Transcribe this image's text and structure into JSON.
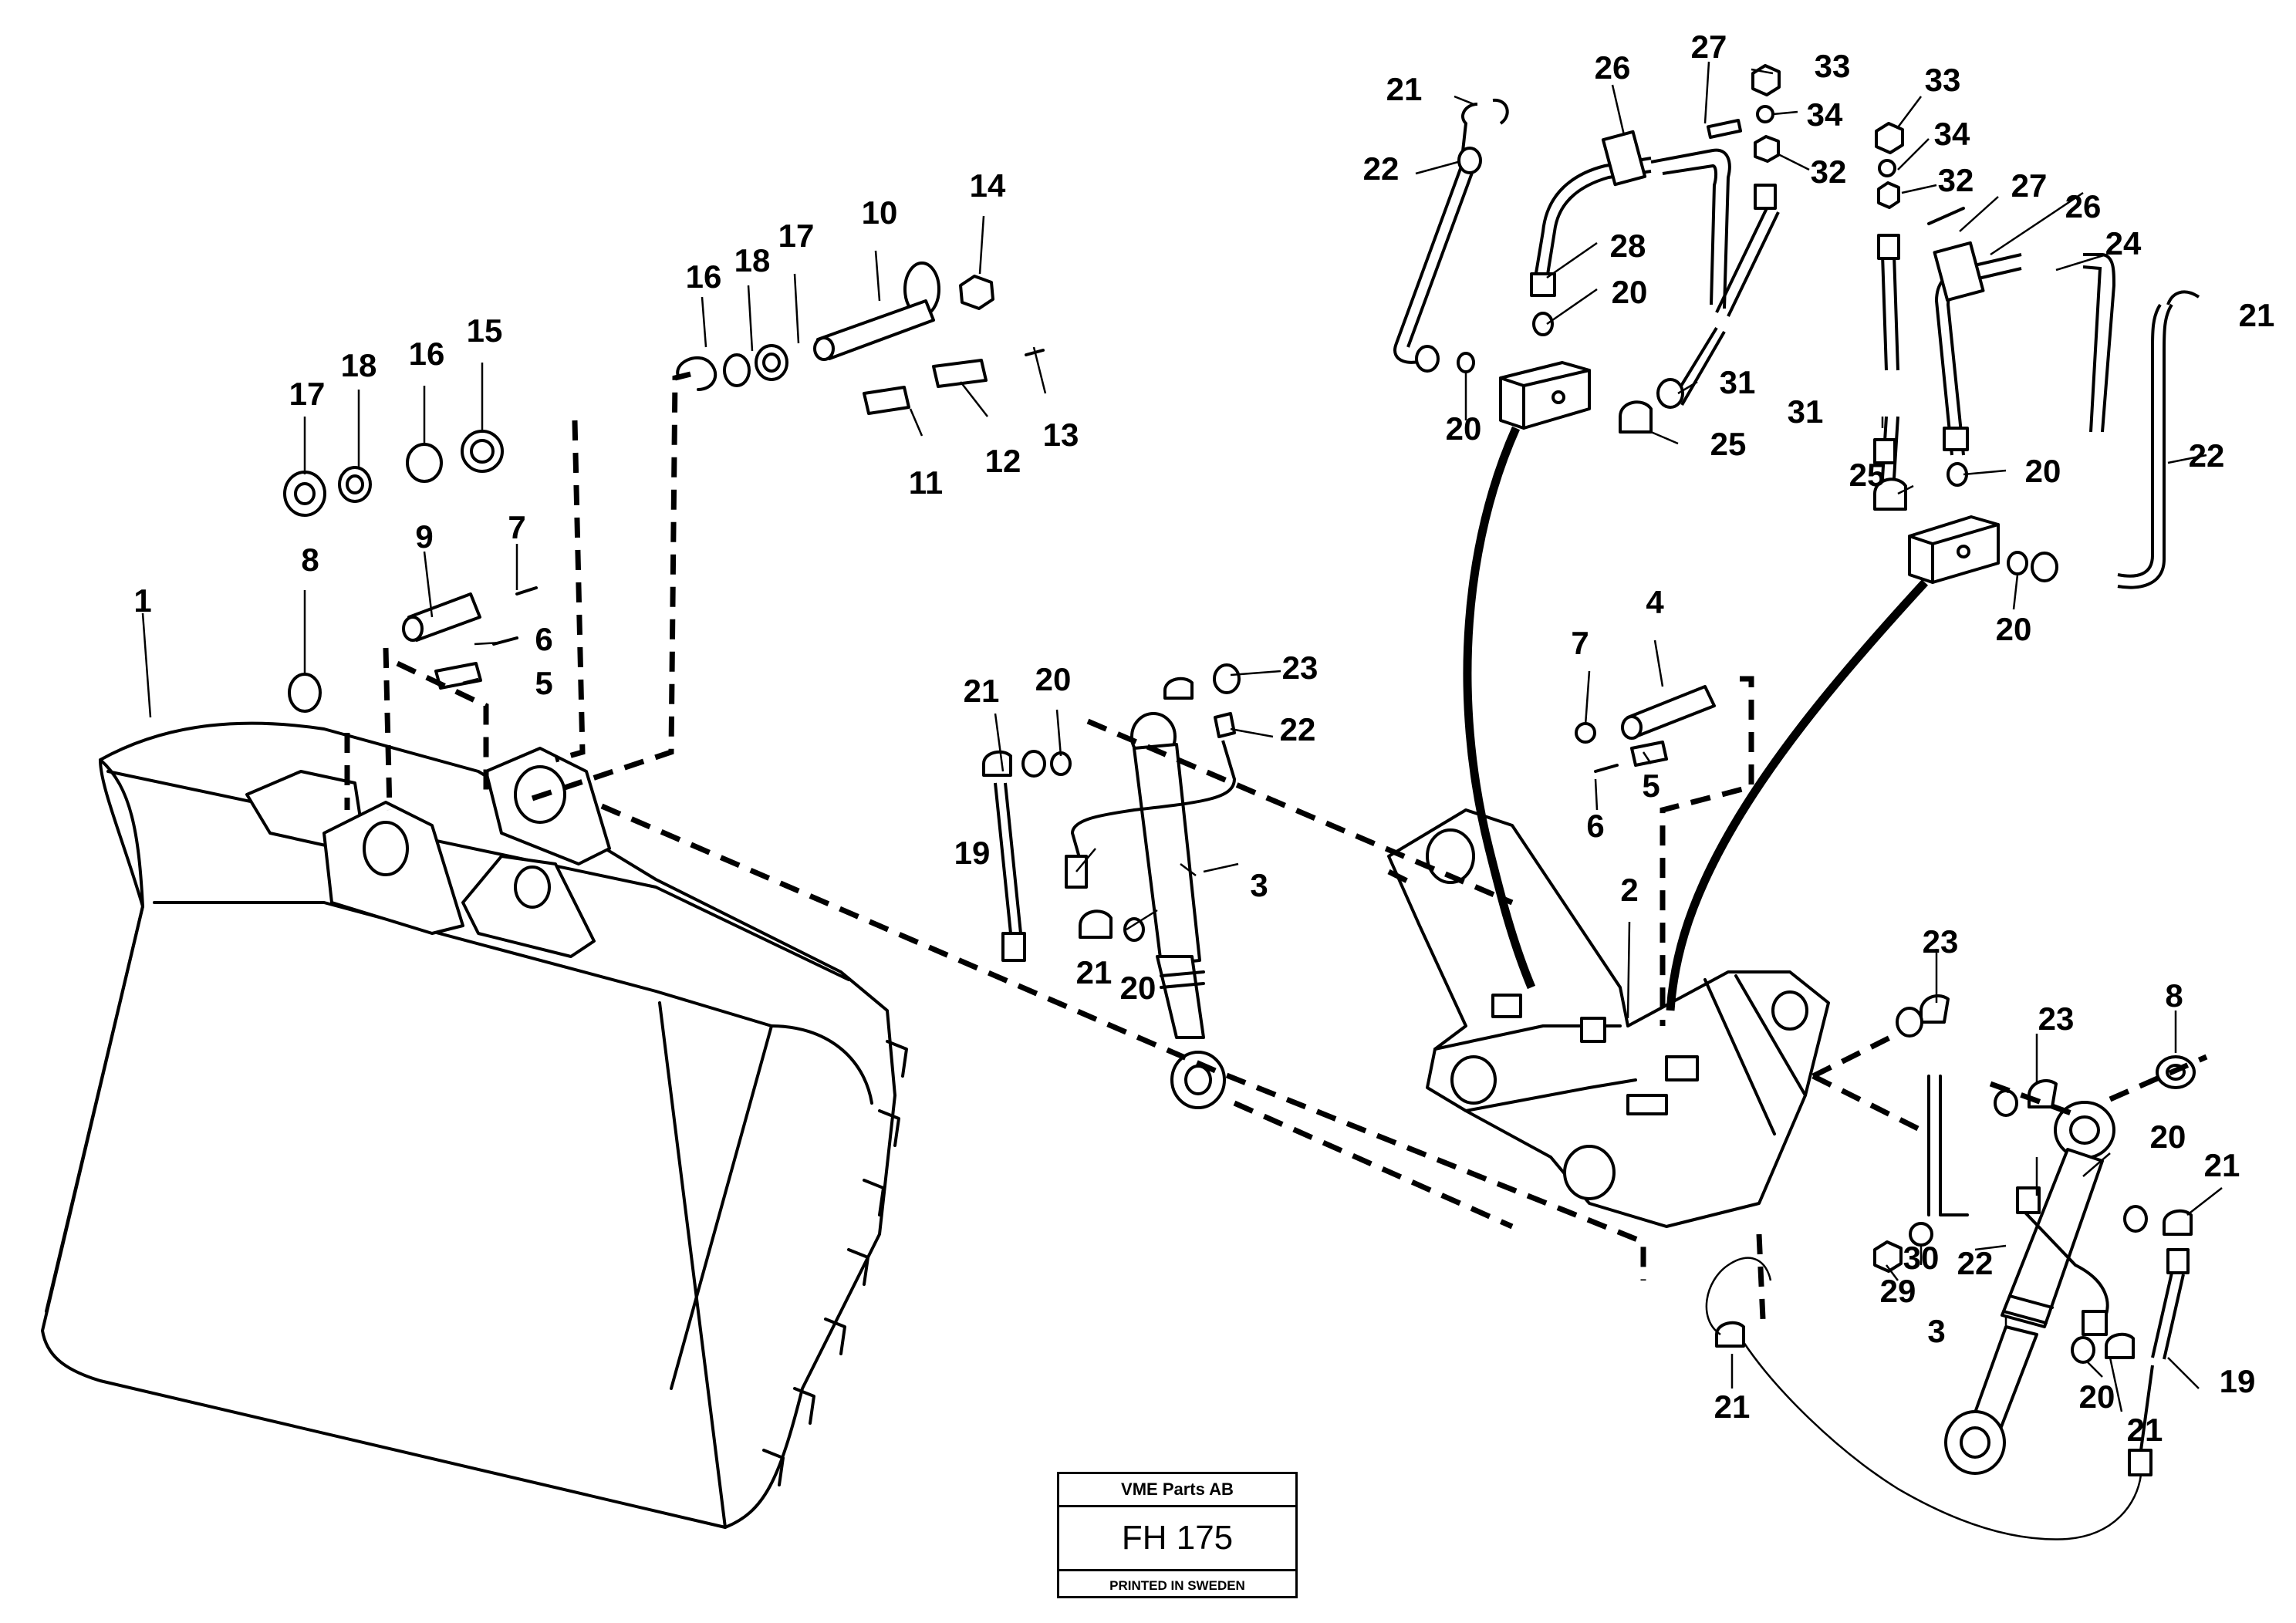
{
  "title_block": {
    "company": "VME Parts AB",
    "code": "FH 175",
    "printed": "PRINTED IN SWEDEN"
  },
  "callouts": [
    {
      "id": "c1",
      "text": "1"
    },
    {
      "id": "c2",
      "text": "2"
    },
    {
      "id": "c3a",
      "text": "3"
    },
    {
      "id": "c3b",
      "text": "3"
    },
    {
      "id": "c4",
      "text": "4"
    },
    {
      "id": "c5a",
      "text": "5"
    },
    {
      "id": "c5b",
      "text": "5"
    },
    {
      "id": "c6a",
      "text": "6"
    },
    {
      "id": "c6b",
      "text": "6"
    },
    {
      "id": "c7a",
      "text": "7"
    },
    {
      "id": "c7b",
      "text": "7"
    },
    {
      "id": "c8a",
      "text": "8"
    },
    {
      "id": "c8b",
      "text": "8"
    },
    {
      "id": "c9",
      "text": "9"
    },
    {
      "id": "c10",
      "text": "10"
    },
    {
      "id": "c11",
      "text": "11"
    },
    {
      "id": "c12",
      "text": "12"
    },
    {
      "id": "c13",
      "text": "13"
    },
    {
      "id": "c14",
      "text": "14"
    },
    {
      "id": "c15",
      "text": "15"
    },
    {
      "id": "c16a",
      "text": "16"
    },
    {
      "id": "c16b",
      "text": "16"
    },
    {
      "id": "c17a",
      "text": "17"
    },
    {
      "id": "c17b",
      "text": "17"
    },
    {
      "id": "c18a",
      "text": "18"
    },
    {
      "id": "c18b",
      "text": "18"
    },
    {
      "id": "c19a",
      "text": "19"
    },
    {
      "id": "c19b",
      "text": "19"
    },
    {
      "id": "c20a",
      "text": "20"
    },
    {
      "id": "c20b",
      "text": "20"
    },
    {
      "id": "c20c",
      "text": "20"
    },
    {
      "id": "c20d",
      "text": "20"
    },
    {
      "id": "c20e",
      "text": "20"
    },
    {
      "id": "c20f",
      "text": "20"
    },
    {
      "id": "c20g",
      "text": "20"
    },
    {
      "id": "c20h",
      "text": "20"
    },
    {
      "id": "c21a",
      "text": "21"
    },
    {
      "id": "c21b",
      "text": "21"
    },
    {
      "id": "c21c",
      "text": "21"
    },
    {
      "id": "c21d",
      "text": "21"
    },
    {
      "id": "c21e",
      "text": "21"
    },
    {
      "id": "c21f",
      "text": "21"
    },
    {
      "id": "c21g",
      "text": "21"
    },
    {
      "id": "c22a",
      "text": "22"
    },
    {
      "id": "c22b",
      "text": "22"
    },
    {
      "id": "c22c",
      "text": "22"
    },
    {
      "id": "c22d",
      "text": "22"
    },
    {
      "id": "c23a",
      "text": "23"
    },
    {
      "id": "c23b",
      "text": "23"
    },
    {
      "id": "c23c",
      "text": "23"
    },
    {
      "id": "c24",
      "text": "24"
    },
    {
      "id": "c25a",
      "text": "25"
    },
    {
      "id": "c25b",
      "text": "25"
    },
    {
      "id": "c26a",
      "text": "26"
    },
    {
      "id": "c26b",
      "text": "26"
    },
    {
      "id": "c27a",
      "text": "27"
    },
    {
      "id": "c27b",
      "text": "27"
    },
    {
      "id": "c28",
      "text": "28"
    },
    {
      "id": "c29",
      "text": "29"
    },
    {
      "id": "c30",
      "text": "30"
    },
    {
      "id": "c31a",
      "text": "31"
    },
    {
      "id": "c31b",
      "text": "31"
    },
    {
      "id": "c32a",
      "text": "32"
    },
    {
      "id": "c32b",
      "text": "32"
    },
    {
      "id": "c33a",
      "text": "33"
    },
    {
      "id": "c33b",
      "text": "33"
    },
    {
      "id": "c34a",
      "text": "34"
    },
    {
      "id": "c34b",
      "text": "34"
    }
  ]
}
